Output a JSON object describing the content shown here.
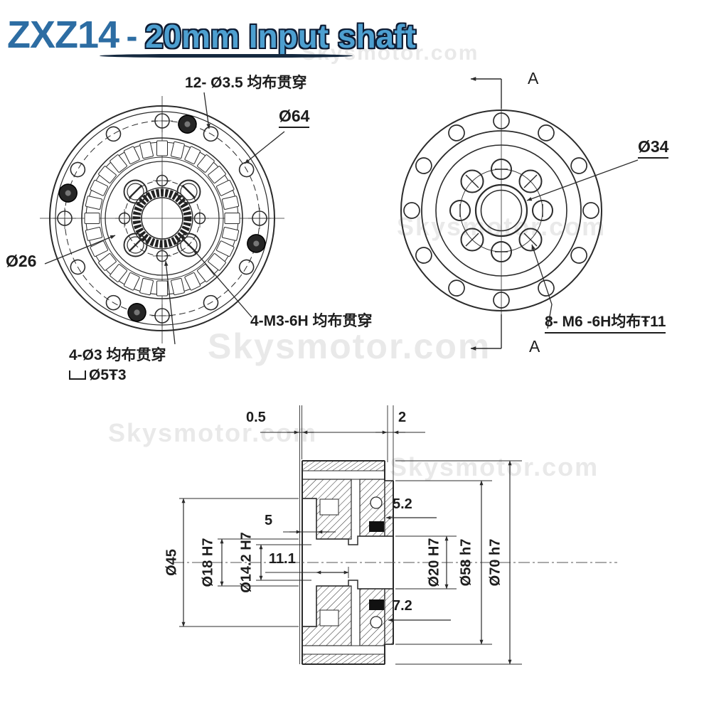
{
  "title": {
    "model": "ZXZ14",
    "dash": "-",
    "subtitle": "20mm Input shaft"
  },
  "watermark": {
    "text": "Skysmotor.com"
  },
  "front_view": {
    "note_12_holes": "12- Ø3.5 均布贯穿",
    "dim_bolt_circle": "Ø64",
    "dim_bore": "Ø26",
    "note_4_m3": "4-M3-6H 均布贯穿",
    "note_4_pin": "4-Ø3 均布贯穿",
    "note_counterbore": "Ø5Ŧ3"
  },
  "side_view": {
    "section_label_top": "A",
    "section_label_bottom": "A",
    "dim_bore": "Ø34",
    "note_8_m6": "8- M6 -6H均布Ŧ11"
  },
  "section_view": {
    "dim_0_5": "0.5",
    "dim_2": "2",
    "dim_5_2": "5.2",
    "dim_5": "5",
    "dim_11_1": "11.1",
    "dim_7_2": "7.2",
    "dim_d45": "Ø45",
    "dim_d18": "Ø18 H7",
    "dim_d14_2": "Ø14.2 H7",
    "dim_d20": "Ø20 H7",
    "dim_d58": "Ø58 h7",
    "dim_d70": "Ø70 h7"
  },
  "colors": {
    "title_fill": "#2d6da3",
    "subtitle_fill": "#4d9fd0",
    "title_outline": "#0d1b33",
    "line": "#2b2b2b",
    "watermark": "#e6e6e6"
  }
}
